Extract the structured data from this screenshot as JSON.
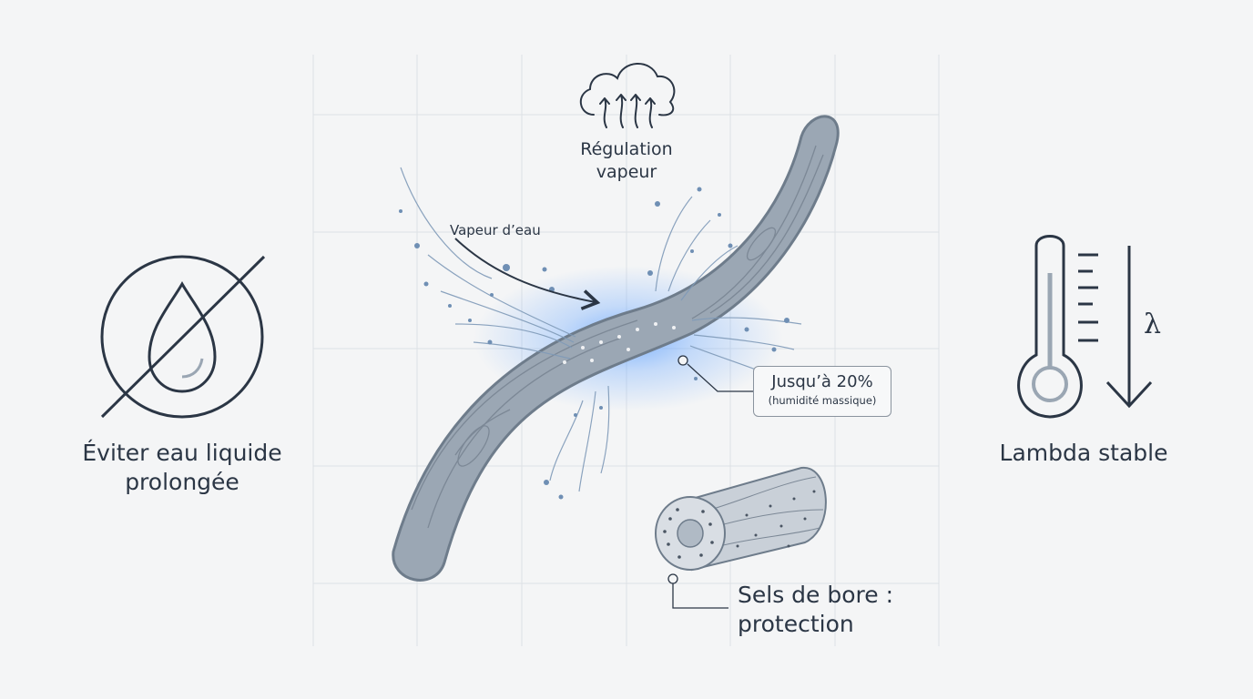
{
  "left_panel": {
    "label": "Éviter eau liquide prolongée",
    "icon": "no-water-drop-icon"
  },
  "right_panel": {
    "label": "Lambda stable",
    "symbol": "λ",
    "icon": "thermometer-icon"
  },
  "top": {
    "label": "Régulation vapeur",
    "icon": "cloud-vapor-icon"
  },
  "arrow_label": "Vapeur d’eau",
  "callout": {
    "main": "Jusqu’à 20%",
    "sub": "(humidité massique)"
  },
  "bottom": {
    "label": "Sels de bore : protection",
    "icon": "fiber-cross-section-icon"
  },
  "colors": {
    "fiber": "#9ba7b4",
    "fiber_stroke": "#6e7c8b",
    "glow": "#5aa0ff",
    "ink": "#2b3645",
    "grid": "#dde1e5"
  }
}
